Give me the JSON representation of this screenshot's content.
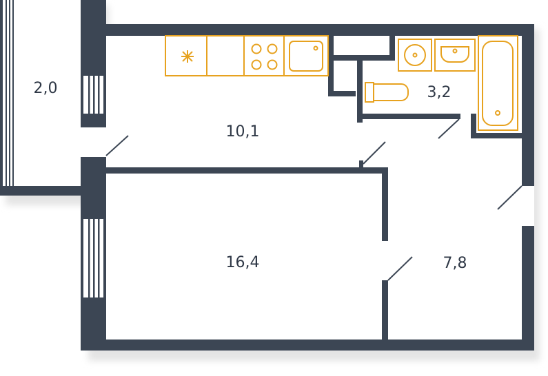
{
  "rooms": [
    {
      "id": "balcony",
      "area": "2,0"
    },
    {
      "id": "kitchen",
      "area": "10,1"
    },
    {
      "id": "bathroom",
      "area": "3,2"
    },
    {
      "id": "living-room",
      "area": "16,4"
    },
    {
      "id": "hallway",
      "area": "7,8"
    }
  ],
  "colors": {
    "wall": "#3c4654",
    "fixture": "#e7a21f",
    "background": "#ffffff",
    "text": "#2f3846",
    "shadow": "#e7e7e7"
  }
}
